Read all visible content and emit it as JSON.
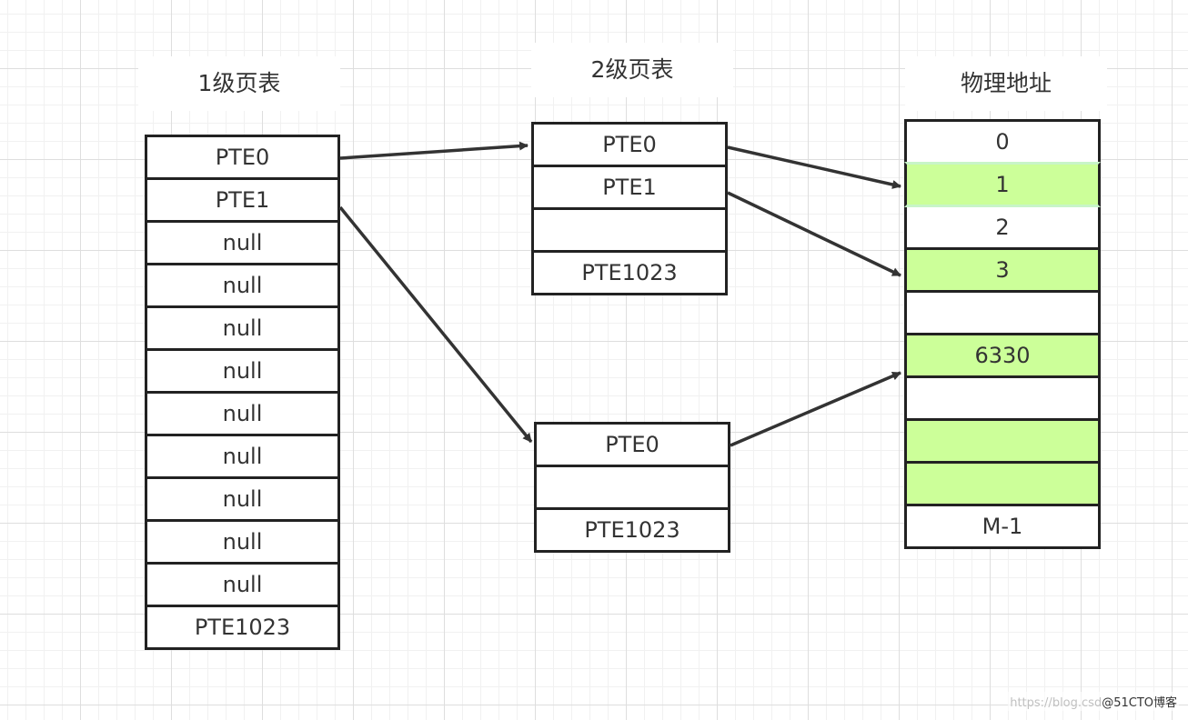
{
  "level1": {
    "title": "1级页表",
    "entries": [
      "PTE0",
      "PTE1",
      "null",
      "null",
      "null",
      "null",
      "null",
      "null",
      "null",
      "null",
      "null",
      "PTE1023"
    ]
  },
  "level2a": {
    "title": "2级页表",
    "entries": [
      "PTE0",
      "PTE1",
      "",
      "PTE1023"
    ]
  },
  "level2b": {
    "entries": [
      "PTE0",
      "",
      "PTE1023"
    ]
  },
  "physical": {
    "title": "物理地址",
    "entries": [
      {
        "label": "0",
        "highlight": false
      },
      {
        "label": "1",
        "highlight": true
      },
      {
        "label": "2",
        "highlight": false
      },
      {
        "label": "3",
        "highlight": true
      },
      {
        "label": "",
        "highlight": false
      },
      {
        "label": "6330",
        "highlight": true
      },
      {
        "label": "",
        "highlight": false
      },
      {
        "label": "",
        "highlight": true
      },
      {
        "label": "",
        "highlight": true
      },
      {
        "label": "M-1",
        "highlight": false
      }
    ]
  },
  "colors": {
    "highlight": "#ccff99",
    "border": "#222222",
    "arrow": "#333333"
  },
  "watermark": {
    "url": "https://blog.csd",
    "brand": "@51CTO博客"
  }
}
